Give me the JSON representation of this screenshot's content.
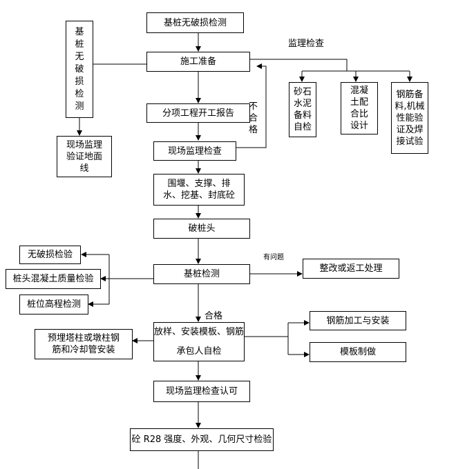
{
  "boxes": {
    "inspection": "基桩无破损检测",
    "prep": "施工准备",
    "side_inspection": "基桩无破损检测",
    "side_survey": "现场监理验证地面线",
    "report": "分项工程开工报告",
    "site_check": "现场监理检查",
    "cofferdam": "围堰、支撑、排水、挖基、封底砼",
    "break_head": "破桩头",
    "pile_test": "基桩检测",
    "rectify": "整改或返工处理",
    "no_damage": "无破损检验",
    "pile_head_quality": "桩头混凝土质量检验",
    "pile_level": "桩位高程检测",
    "layout_top": "放样、安装模板、钢筋",
    "layout_bottom": "承包人自检",
    "rebar_install": "钢筋加工与安装",
    "formwork": "模板制做",
    "embedded": "预埋塔柱或墩柱钢筋和冷却管安装",
    "site_approval": "现场监理检查认可",
    "strength_test": "砼 R28 强度、外观、几何尺寸检验",
    "sand_cement": "砂石水泥备料自检",
    "concrete_mix": "混凝土配合比设计",
    "rebar_prep": "钢筋备料,机械性能验证及焊接试验"
  },
  "labels": {
    "supervision": "监理检查",
    "unqualified": "不合格",
    "problem": "有问题",
    "qualified": "合格"
  }
}
